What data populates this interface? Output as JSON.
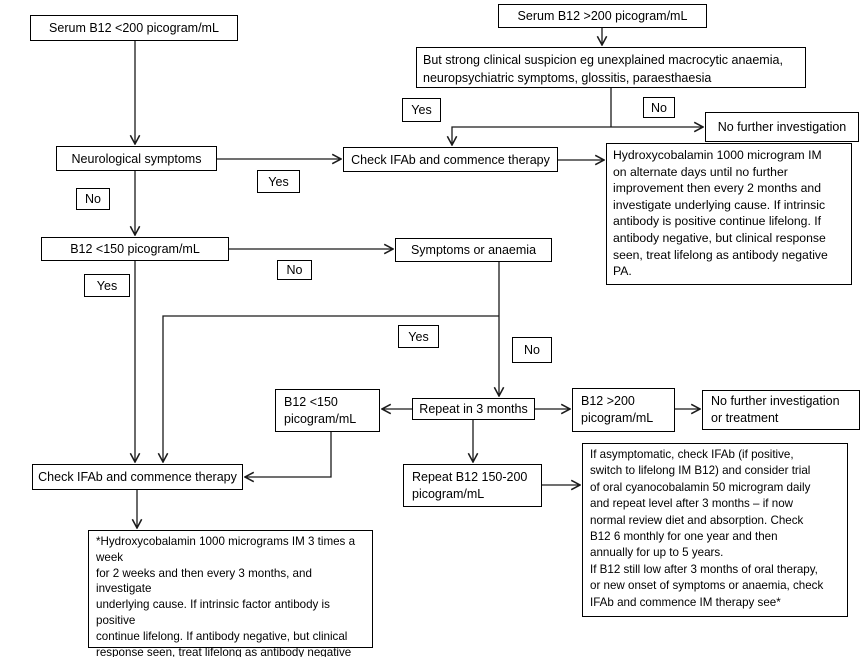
{
  "colors": {
    "line": "#1a1a1a",
    "box_border": "#000000",
    "background": "#ffffff"
  },
  "nodes": {
    "serum_low": "Serum B12 <200 picogram/mL",
    "serum_high": "Serum B12 >200 picogram/mL",
    "suspicion": "But strong clinical suspicion eg unexplained macrocytic anaemia,\nneuropsychiatric symptoms, glossitis, paraesthaesia",
    "no_further_investigation": "No further investigation",
    "check_ifab_top": "Check IFAb and commence therapy",
    "neurological": "Neurological symptoms",
    "b12_under150": "B12 <150 picogram/mL",
    "symptoms_anaemia": "Symptoms or anaemia",
    "hydroxy_alternate": "Hydroxycobalamin 1000 microgram IM\non alternate days until no further\nimprovement then every 2 months and\ninvestigate underlying cause. If intrinsic\nantibody is positive continue lifelong. If\nantibody negative, but clinical response\nseen, treat lifelong as antibody negative\nPA.",
    "repeat_3_months": "Repeat in 3 months",
    "b12_under150_repeat": "B12 <150\npicogram/mL",
    "b12_over200_repeat": "B12 >200\npicogram/mL",
    "no_further_treatment": "No further investigation\nor treatment",
    "repeat_150_200": "Repeat B12 150-200\npicogram/mL",
    "check_ifab_bottom": "Check IFAb and commence therapy",
    "asymptomatic": "If asymptomatic, check IFAb (if positive,\nswitch to lifelong IM B12) and consider trial\nof oral cyanocobalamin 50 microgram daily\nand repeat level after 3 months – if now\nnormal review diet and absorption. Check\nB12 6 monthly for one year and then\nannually for up to 5 years.\nIf B12 still low after 3 months of oral therapy,\nor new onset of symptoms or anaemia, check\nIFAb and commence IM therapy see*",
    "hydroxy_3x_week": "*Hydroxycobalamin 1000 micrograms IM 3 times a week\nfor 2 weeks and then every 3 months, and investigate\nunderlying cause. If intrinsic factor antibody is positive\ncontinue lifelong. If antibody negative, but clinical\nresponse seen, treat lifelong as antibody negative PA\nunless reversible cause found. Continue with IM injections\nif non-dietary cause. If dietary cause, see below."
  },
  "labels": {
    "yes_suspicion": "Yes",
    "no_suspicion": "No",
    "yes_neurological": "Yes",
    "no_neurological": "No",
    "no_b12_under150": "No",
    "yes_b12_under150": "Yes",
    "yes_symptoms": "Yes",
    "no_symptoms": "No"
  }
}
